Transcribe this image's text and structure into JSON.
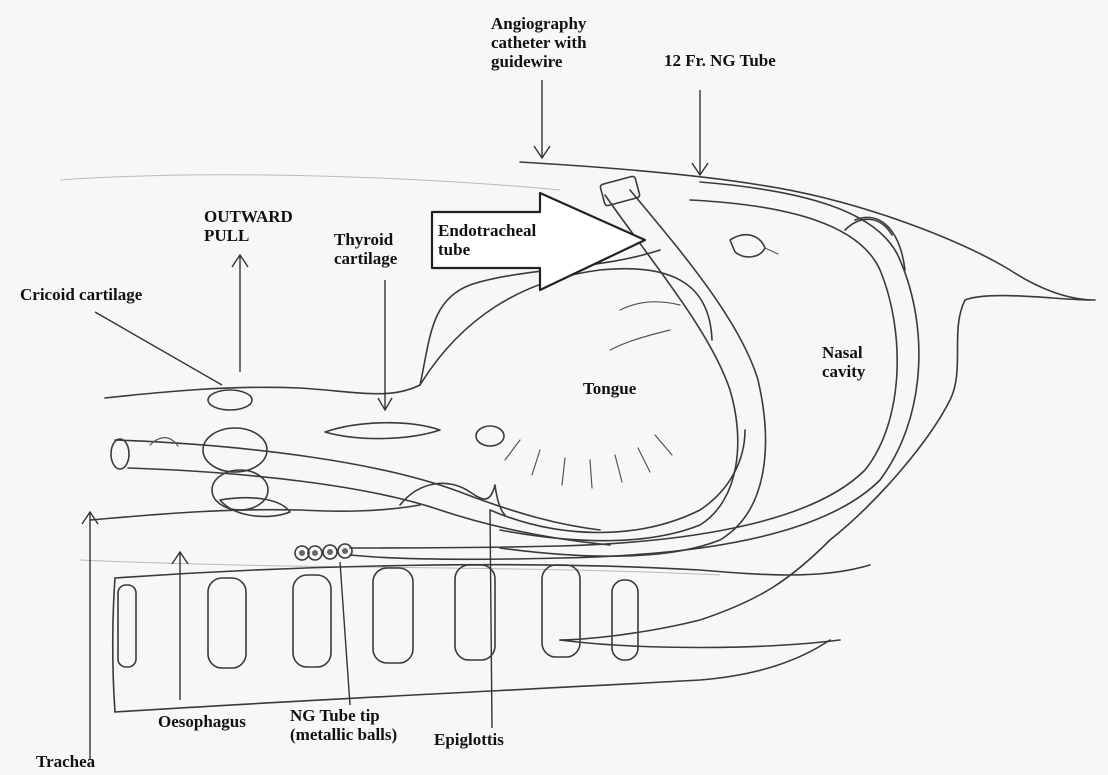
{
  "diagram": {
    "labels": {
      "angiography": "Angiography\ncatheter with\nguidewire",
      "ng_tube": "12 Fr. NG Tube",
      "outward_pull": "OUTWARD\nPULL",
      "thyroid": "Thyroid\ncartilage",
      "endotracheal": "Endotracheal\ntube",
      "cricoid": "Cricoid cartilage",
      "nasal": "Nasal\ncavity",
      "tongue": "Tongue",
      "oesophagus": "Oesophagus",
      "ng_tip": "NG Tube tip\n(metallic balls)",
      "epiglottis": "Epiglottis",
      "trachea": "Trachea"
    }
  }
}
